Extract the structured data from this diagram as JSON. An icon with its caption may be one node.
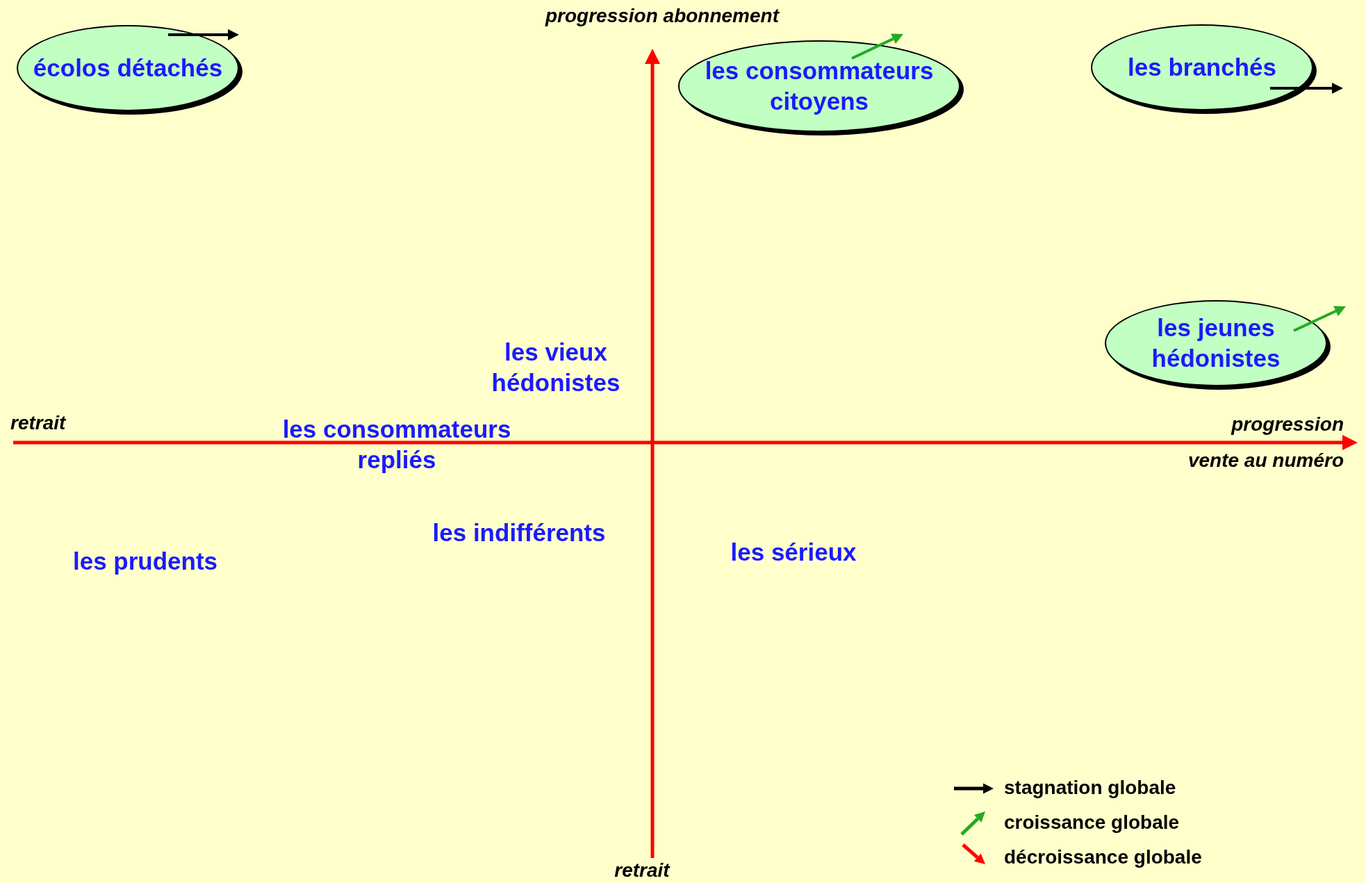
{
  "diagram": {
    "nodes": [
      {
        "text": [
          "écolos détachés"
        ]
      },
      {
        "text": [
          "les consommateurs citoyens"
        ]
      },
      {
        "text": [
          "les branchés"
        ]
      },
      {
        "text": [
          "les jeunes hédonistes"
        ]
      }
    ],
    "edges": [],
    "labels": [
      "progression abonnement",
      "retrait",
      "les vieux hédonistes",
      "progression",
      "les consommateurs repliés",
      "vente au numéro",
      "les indifférents",
      "les prudents",
      "les sérieux",
      "retrait"
    ],
    "legend": [
      {
        "text": "stagnation globale"
      },
      {
        "text": "croissance globale"
      },
      {
        "text": "décroissance globale"
      }
    ]
  }
}
